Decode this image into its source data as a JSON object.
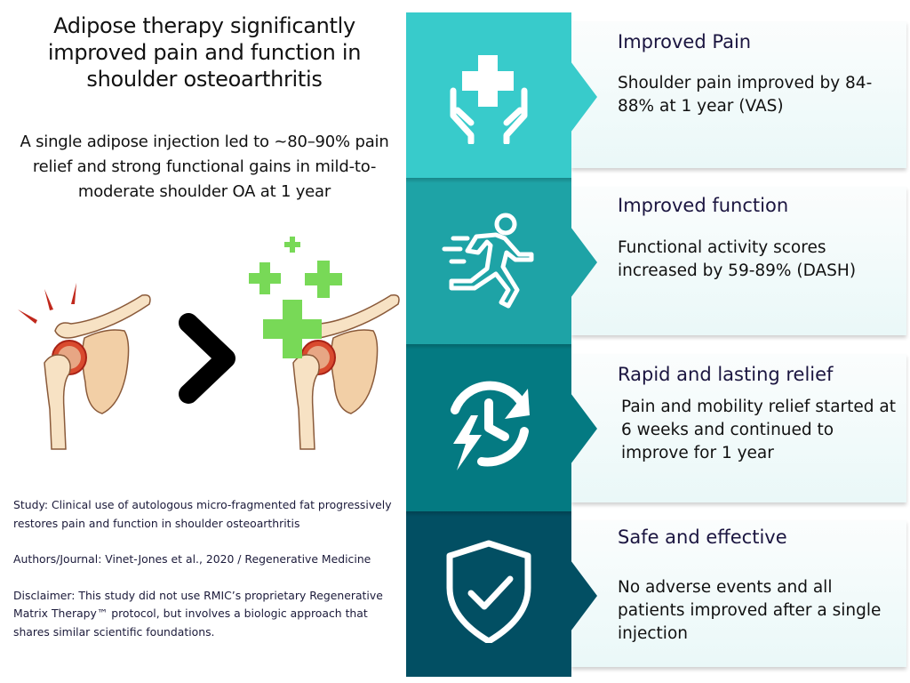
{
  "header": {
    "title": "Adipose therapy significantly improved pain and function in shoulder osteoarthritis",
    "subtitle": "A single adipose injection led to ~80–90% pain relief and strong functional gains in mild-to-moderate shoulder OA at 1 year"
  },
  "illustration": {
    "before": "painful-shoulder-joint",
    "arrow": "chevron-right-icon",
    "after": "healed-shoulder-joint-with-green-plus"
  },
  "references": {
    "study": "Study: Clinical use of autologous micro-fragmented fat progressively restores pain and function in shoulder osteoarthritis",
    "authors": "Authors/Journal: Vinet-Jones et al., 2020 / Regenerative Medicine",
    "disclaimer": "Disclaimer: This study did not use RMIC’s proprietary Regenerative Matrix Therapy™ protocol, but involves a biologic approach that shares similar scientific foundations."
  },
  "findings": [
    {
      "icon": "hands-medical-cross-icon",
      "color": "#38cbcb",
      "title": "Improved Pain",
      "text": "Shoulder pain improved by 84-88% at 1 year (VAS)"
    },
    {
      "icon": "running-person-icon",
      "color": "#1ea3a6",
      "title": "Improved function",
      "text": "Functional activity scores increased by 59-89% (DASH)"
    },
    {
      "icon": "clock-refresh-lightning-icon",
      "color": "#047a82",
      "title": "Rapid and lasting relief",
      "text": "Pain and mobility relief started at 6 weeks and continued to improve for 1 year"
    },
    {
      "icon": "shield-check-icon",
      "color": "#024f63",
      "title": "Safe and effective",
      "text": "No adverse events and all patients improved after a single injection"
    }
  ],
  "colors": {
    "panel1": "#38cbcb",
    "panel2": "#1ea3a6",
    "panel3": "#047a82",
    "panel4": "#024f63",
    "heading_text": "#1b1540",
    "plus_green": "#78d957",
    "pain_red": "#c0281c"
  }
}
